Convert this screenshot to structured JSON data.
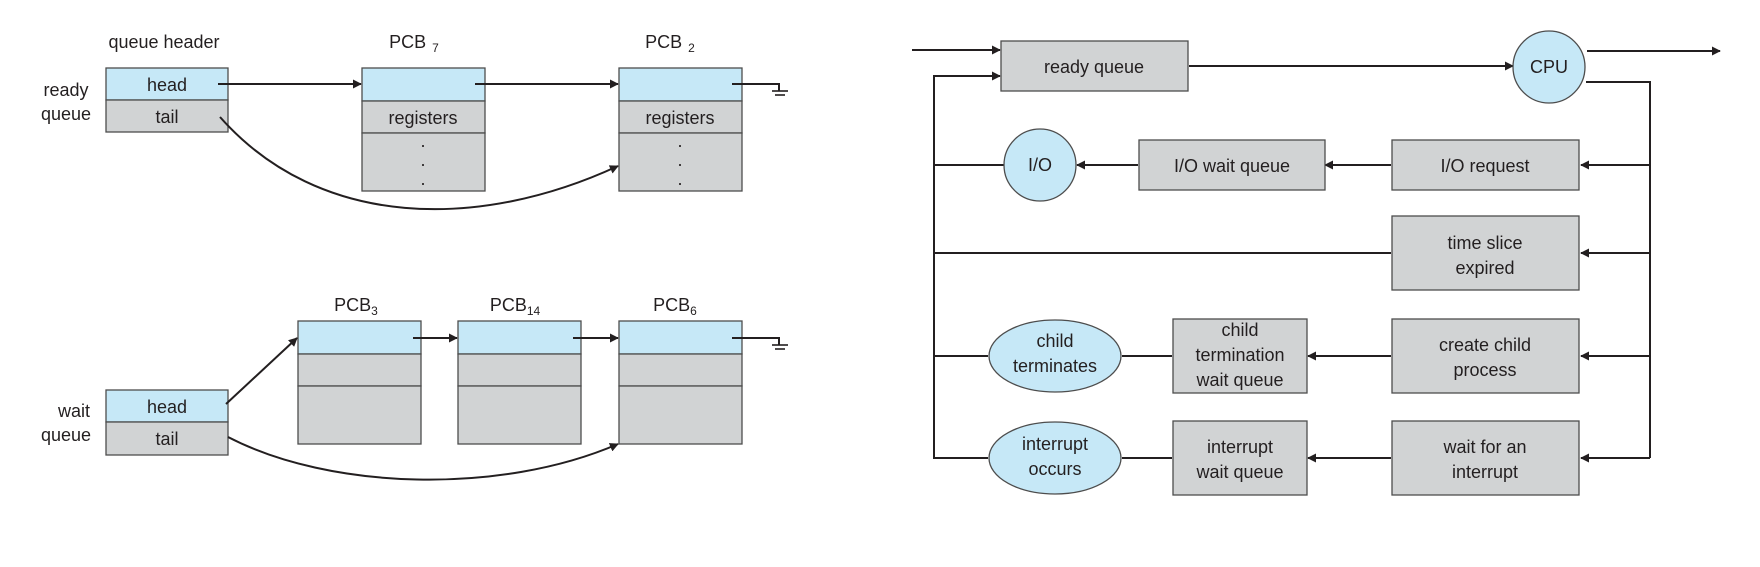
{
  "colors": {
    "blue_fill": "#c6e8f7",
    "gray_fill": "#d1d3d4",
    "stroke": "#231f20"
  },
  "left": {
    "queue_header_label": "queue header",
    "ready_queue_label_1": "ready",
    "ready_queue_label_2": "queue",
    "wait_queue_label_1": "wait",
    "wait_queue_label_2": "queue",
    "head_label": "head",
    "tail_label": "tail",
    "registers_label": "registers",
    "ellipsis_dot": ".",
    "ready_pcbs": [
      {
        "name": "PCB",
        "sub": "7"
      },
      {
        "name": "PCB",
        "sub": "2"
      }
    ],
    "wait_pcbs": [
      {
        "name": "PCB",
        "sub": "3"
      },
      {
        "name": "PCB",
        "sub": "14"
      },
      {
        "name": "PCB",
        "sub": "6"
      }
    ]
  },
  "right": {
    "ready_queue": "ready queue",
    "cpu": "CPU",
    "io": "I/O",
    "io_wait_queue": "I/O wait queue",
    "io_request": "I/O request",
    "time_slice_1": "time slice",
    "time_slice_2": "expired",
    "child_terminates_1": "child",
    "child_terminates_2": "terminates",
    "child_wait_1": "child",
    "child_wait_2": "termination",
    "child_wait_3": "wait queue",
    "create_child_1": "create child",
    "create_child_2": "process",
    "interrupt_occurs_1": "interrupt",
    "interrupt_occurs_2": "occurs",
    "interrupt_wait_1": "interrupt",
    "interrupt_wait_2": "wait queue",
    "wait_interrupt_1": "wait for an",
    "wait_interrupt_2": "interrupt"
  }
}
